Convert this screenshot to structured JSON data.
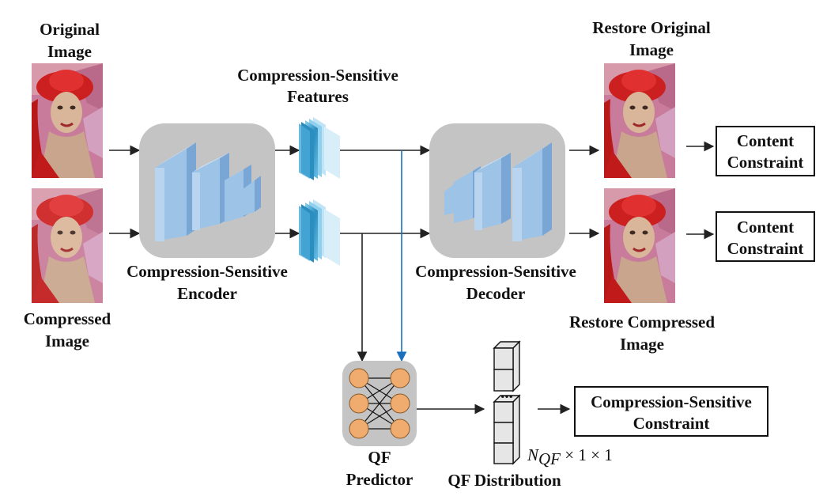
{
  "labels": {
    "original_image": [
      "Original",
      "Image"
    ],
    "compressed_image": [
      "Compressed",
      "Image"
    ],
    "features": [
      "Compression-Sensitive",
      "Features"
    ],
    "encoder": [
      "Compression-Sensitive",
      "Encoder"
    ],
    "decoder": [
      "Compression-Sensitive",
      "Decoder"
    ],
    "restore_original": [
      "Restore Original",
      "Image"
    ],
    "restore_compressed": [
      "Restore Compressed",
      "Image"
    ],
    "qf_predictor": [
      "QF",
      "Predictor"
    ],
    "qf_distribution": "QF Distribution",
    "ellipsis": "...",
    "dims": {
      "n": "N",
      "sub": "QF",
      "rest": " × 1 × 1"
    }
  },
  "boxes": {
    "content_constraint_1": [
      "Content",
      "Constraint"
    ],
    "content_constraint_2": [
      "Content",
      "Constraint"
    ],
    "cs_constraint": [
      "Compression-Sensitive",
      "Constraint"
    ]
  },
  "colors": {
    "module_bg": "#c4c4c4",
    "layer_face": "#9dc3e6",
    "layer_side": "#7aa6d6",
    "layer_top": "#c5dcf2",
    "feature_map": "#2a8fc0",
    "neuron": "#f0ac6e",
    "blue_arrow": "#1a6fbf",
    "hat_red": "#cc1f1f",
    "skin": "#d9b69a",
    "background_pink": "#c87b9a"
  }
}
